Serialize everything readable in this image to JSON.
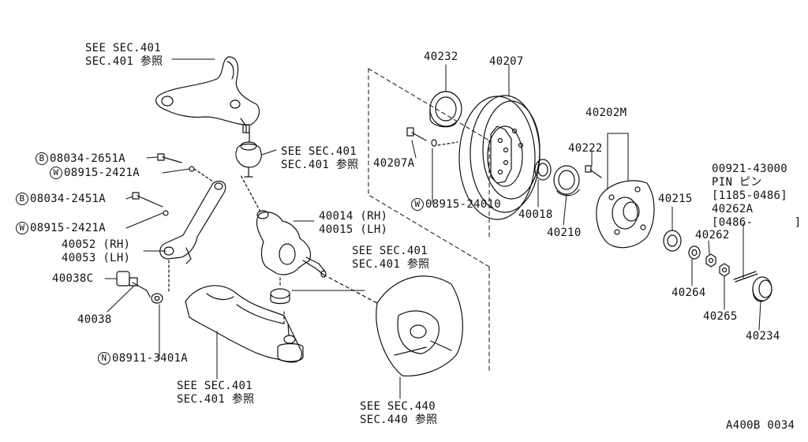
{
  "diagram_code": "A400B 0034",
  "refs": {
    "sec401_a": [
      "SEE SEC.401",
      "SEC.401 参照"
    ],
    "sec401_b": [
      "SEE SEC.401",
      "SEC.401 参照"
    ],
    "sec401_c": [
      "SEE SEC.401",
      "SEC.401 参照"
    ],
    "sec401_d": [
      "SEE SEC.401",
      "SEC.401 参照"
    ],
    "sec440": [
      "SEE SEC.440",
      "SEC.440 参照"
    ]
  },
  "parts": {
    "p08034_2651A": {
      "marker": "B",
      "text": "08034-2651A"
    },
    "p08915_2421A_a": {
      "marker": "W",
      "text": "08915-2421A"
    },
    "p08034_2451A": {
      "marker": "B",
      "text": "08034-2451A"
    },
    "p08915_2421A_b": {
      "marker": "W",
      "text": "08915-2421A"
    },
    "p40052": "40052 (RH)",
    "p40053": "40053 (LH)",
    "p40038C": "40038C",
    "p40038": "40038",
    "p08911_3401A": {
      "marker": "N",
      "text": "08911-3401A"
    },
    "p40014": "40014 (RH)",
    "p40015": "40015 (LH)",
    "p40232": "40232",
    "p40207": "40207",
    "p40207A": "40207A",
    "p08915_24010": {
      "marker": "W",
      "text": "08915-24010"
    },
    "p40018": "40018",
    "p40210": "40210",
    "p40202M": "40202M",
    "p40222": "40222",
    "p40215": "40215",
    "p40262": "40262",
    "p40264": "40264",
    "p40265": "40265",
    "p40234": "40234",
    "p00921": [
      "00921-43000",
      "PIN ピン",
      "[1185-0486]",
      "40262A",
      "[0486-      ]"
    ]
  }
}
